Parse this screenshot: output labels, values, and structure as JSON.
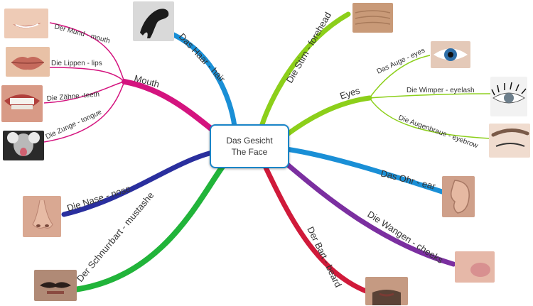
{
  "center": {
    "line1": "Das Gesicht",
    "line2": "The Face"
  },
  "branches": {
    "hair": "Das Haar - hair",
    "forehead": "Die Stirn - forehead",
    "mouth": "Mouth",
    "eyes": "Eyes",
    "nose": "Die Nase - nose",
    "mustache": "Der Schnurrbart - mustashe",
    "ear": "Das Ohr - ear",
    "cheeks": "Die Wangen - cheeks",
    "beard": "Der Bart - beard"
  },
  "mouth_items": {
    "mund": "Der Mund - mouth",
    "lippen": "Die Lippen - lips",
    "zaehne": "Die Zähne -teeth",
    "zunge": "Die Zunge - tongue"
  },
  "eye_items": {
    "auge": "Das Auge - eyes",
    "wimper": "Die Wimper - eyelash",
    "augenbraue": "Die Augenbraue - eyebrow"
  },
  "colors": {
    "hair": "#1a8fd6",
    "forehead": "#8ccf1a",
    "mouth": "#d4147f",
    "eyes": "#8ccf1a",
    "nose": "#2a2f9e",
    "mustache": "#21b43a",
    "ear": "#1a8fd6",
    "cheeks": "#7b2fa0",
    "beard": "#d01a3a",
    "center_border": "#1a85c8"
  }
}
